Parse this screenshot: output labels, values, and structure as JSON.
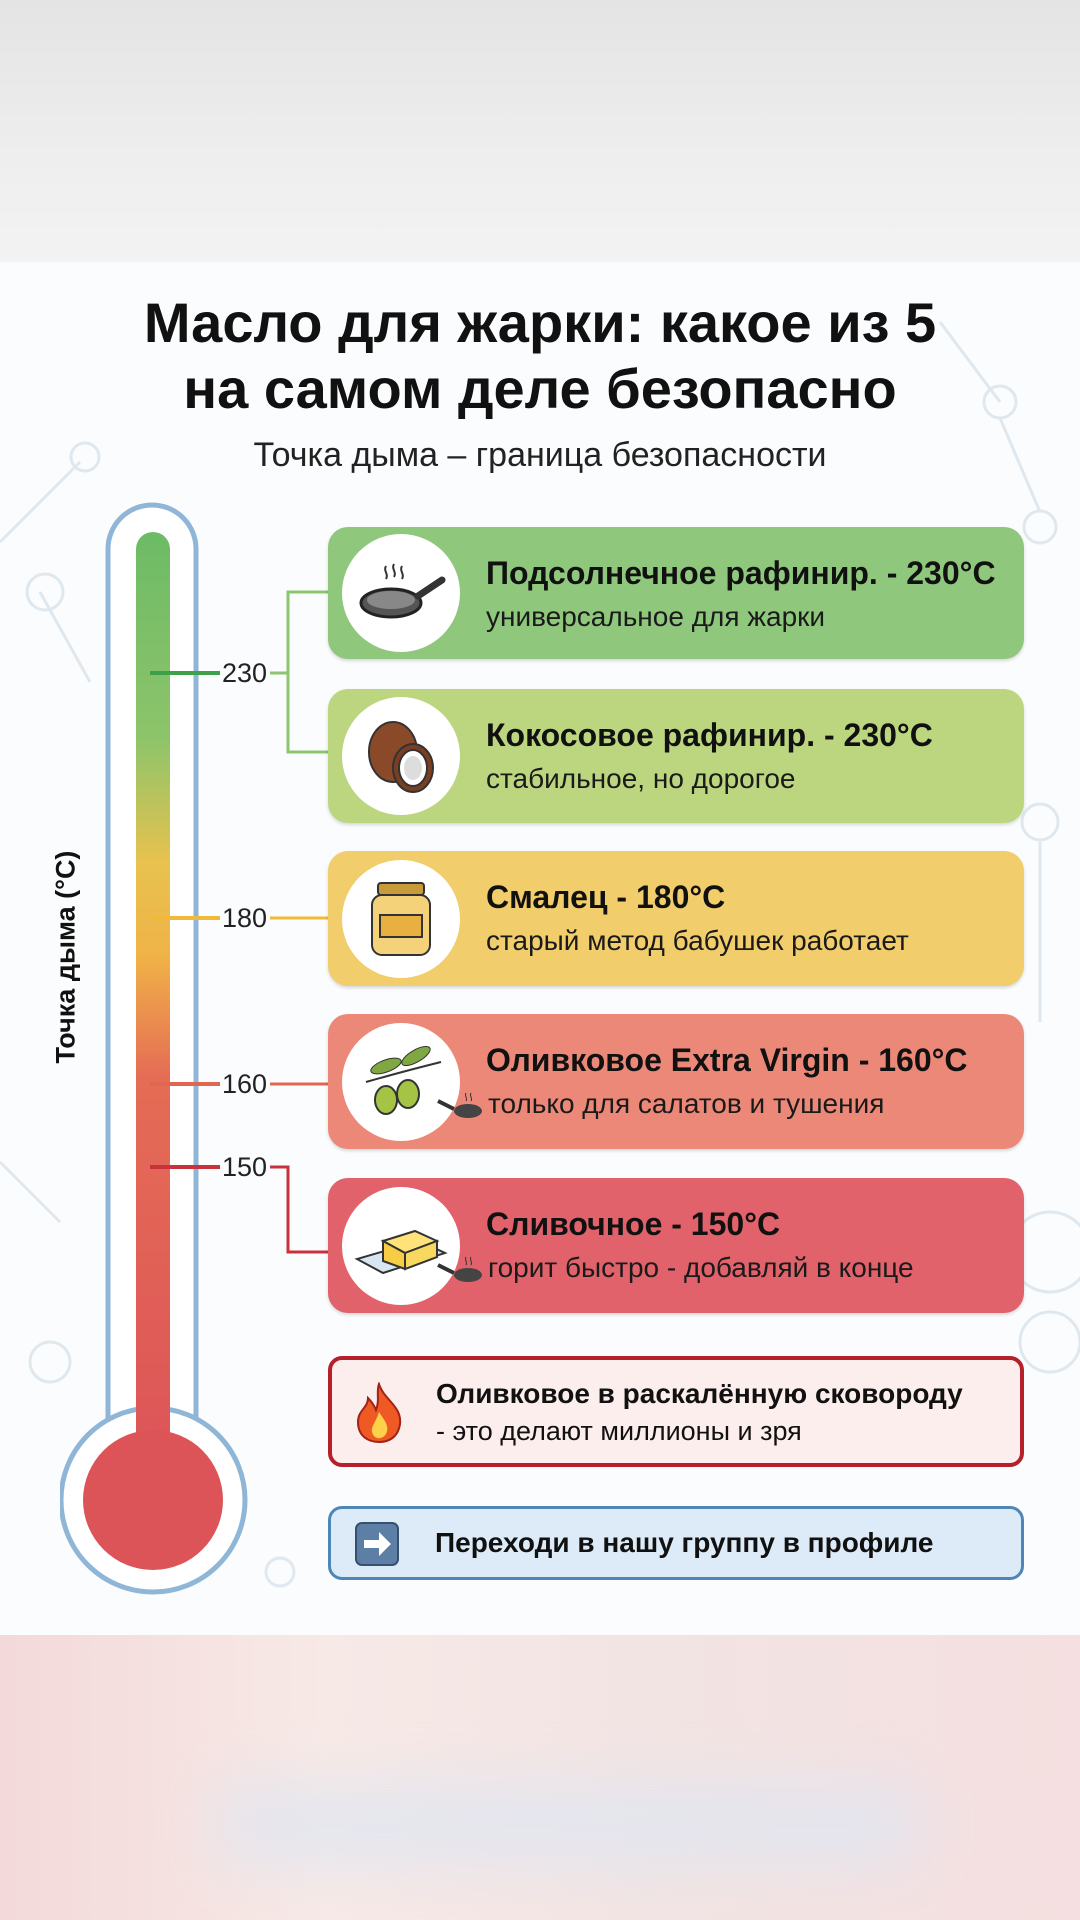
{
  "title_line1": "Масло для жарки: какое из 5",
  "title_line2": "на самом деле безопасно",
  "subtitle": "Точка дыма – граница безопасности",
  "thermometer": {
    "axis_label": "Точка дыма (°C)",
    "ticks": [
      {
        "label": "230",
        "color": "#3fa04a"
      },
      {
        "label": "180",
        "color": "#f0b93a"
      },
      {
        "label": "160",
        "color": "#e0664f"
      },
      {
        "label": "150",
        "color": "#c8323a"
      }
    ]
  },
  "oils": [
    {
      "title": "Подсолнечное рафинир. - 230°C",
      "note": "универсальное для жарки",
      "icon": "frying-pan-icon",
      "color": "#8fc87d"
    },
    {
      "title": "Кокосовое рафинир. - 230°C",
      "note": "стабильное, но дорогое",
      "icon": "coconut-icon",
      "color": "#bcd67f"
    },
    {
      "title": "Смалец - 180°C",
      "note": "старый метод бабушек работает",
      "icon": "lard-jar-icon",
      "color": "#f2cd6b"
    },
    {
      "title": "Оливковое Extra Virgin - 160°C",
      "note": "только для салатов и тушения",
      "icon": "olive-branch-icon",
      "color": "#ec8877"
    },
    {
      "title": "Сливочное - 150°C",
      "note": "горит быстро - добавляй в конце",
      "icon": "butter-icon",
      "color": "#e1626a"
    }
  ],
  "warning": {
    "line1": "Оливковое в раскалённую сковороду",
    "line2": "- это делают миллионы и зря",
    "icon": "fire-icon"
  },
  "cta": {
    "label": "Переходи в нашу группу в профиле",
    "icon": "arrow-right-icon"
  }
}
